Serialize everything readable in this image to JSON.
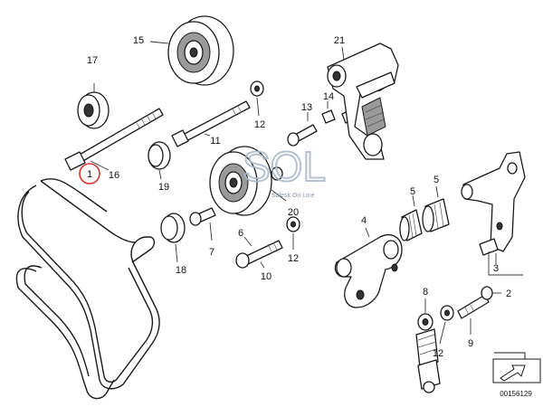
{
  "callouts": {
    "c1": "1",
    "c2": "2",
    "c3": "3",
    "c4": "4",
    "c5a": "5",
    "c5b": "5",
    "c6": "6",
    "c7": "7",
    "c8": "8",
    "c9": "9",
    "c10": "10",
    "c11": "11",
    "c12a": "12",
    "c12b": "12",
    "c12c": "12",
    "c13": "13",
    "c14": "14",
    "c15": "15",
    "c16": "16",
    "c17": "17",
    "c18": "18",
    "c19": "19",
    "c20": "20",
    "c21": "21"
  },
  "watermark": {
    "logo": "SOL",
    "tagline": "Salesk On Line"
  },
  "reference_number": "00156129",
  "highlight_color": "#d9322b",
  "icons": {
    "corner": "arrow-corner-icon"
  }
}
